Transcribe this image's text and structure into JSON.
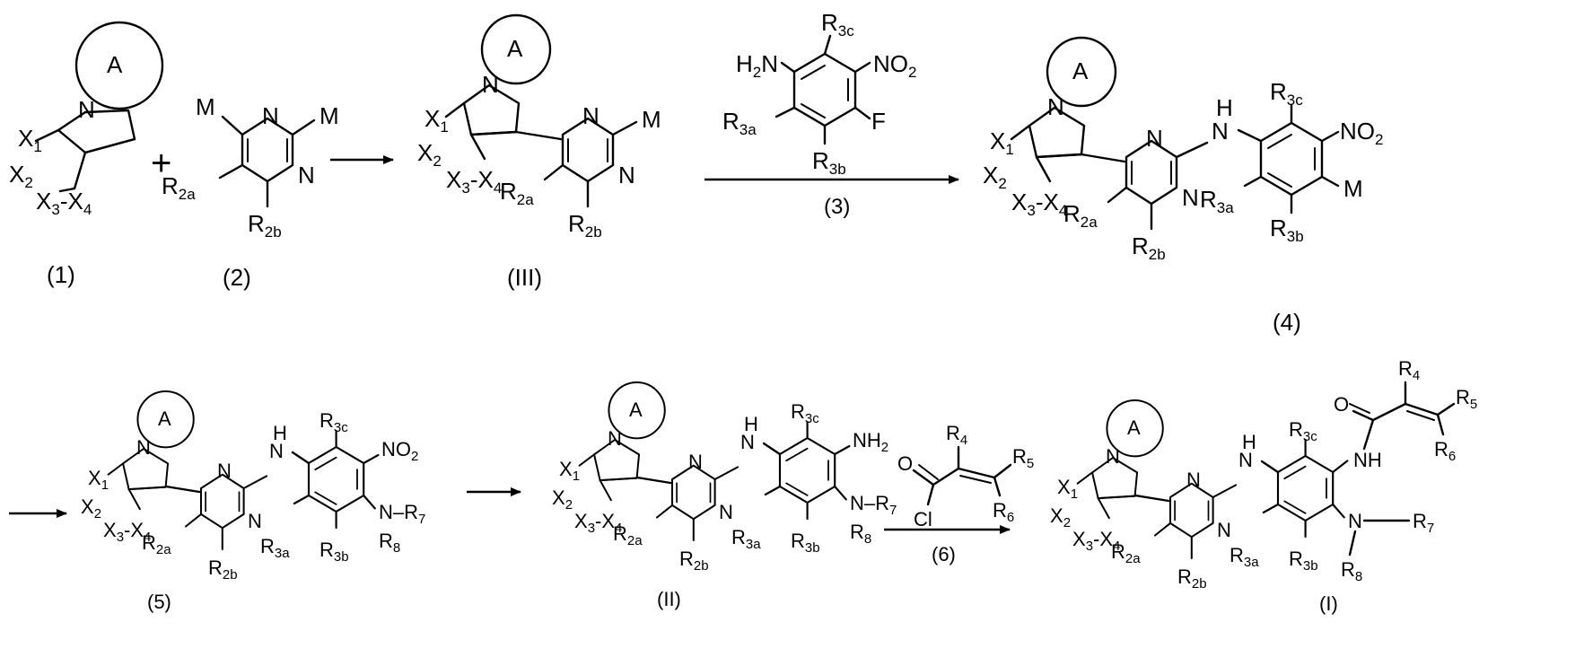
{
  "text": {
    "A": "A",
    "N": "N",
    "H": "H",
    "M": "M",
    "F": "F",
    "O": "O",
    "Cl": "Cl",
    "X": "X",
    "R": "R",
    "NO": "NO",
    "H2": "H",
    "sub_2": "2",
    "sub_1": "1",
    "sub_3": "3",
    "sub_4": "4",
    "sub_2a": "2a",
    "sub_2b": "2b",
    "sub_3a": "3a",
    "sub_3b": "3b",
    "sub_3c": "3c",
    "sub_5": "5",
    "sub_6": "6",
    "sub_7": "7",
    "sub_8": "8"
  },
  "labels": {
    "c1": "(1)",
    "c2": "(2)",
    "c3": "(3)",
    "c4": "(4)",
    "c5": "(5)",
    "c6": "(6)",
    "cIII": "(III)",
    "cII": "(II)",
    "cI": "(I)",
    "plus": "+"
  }
}
